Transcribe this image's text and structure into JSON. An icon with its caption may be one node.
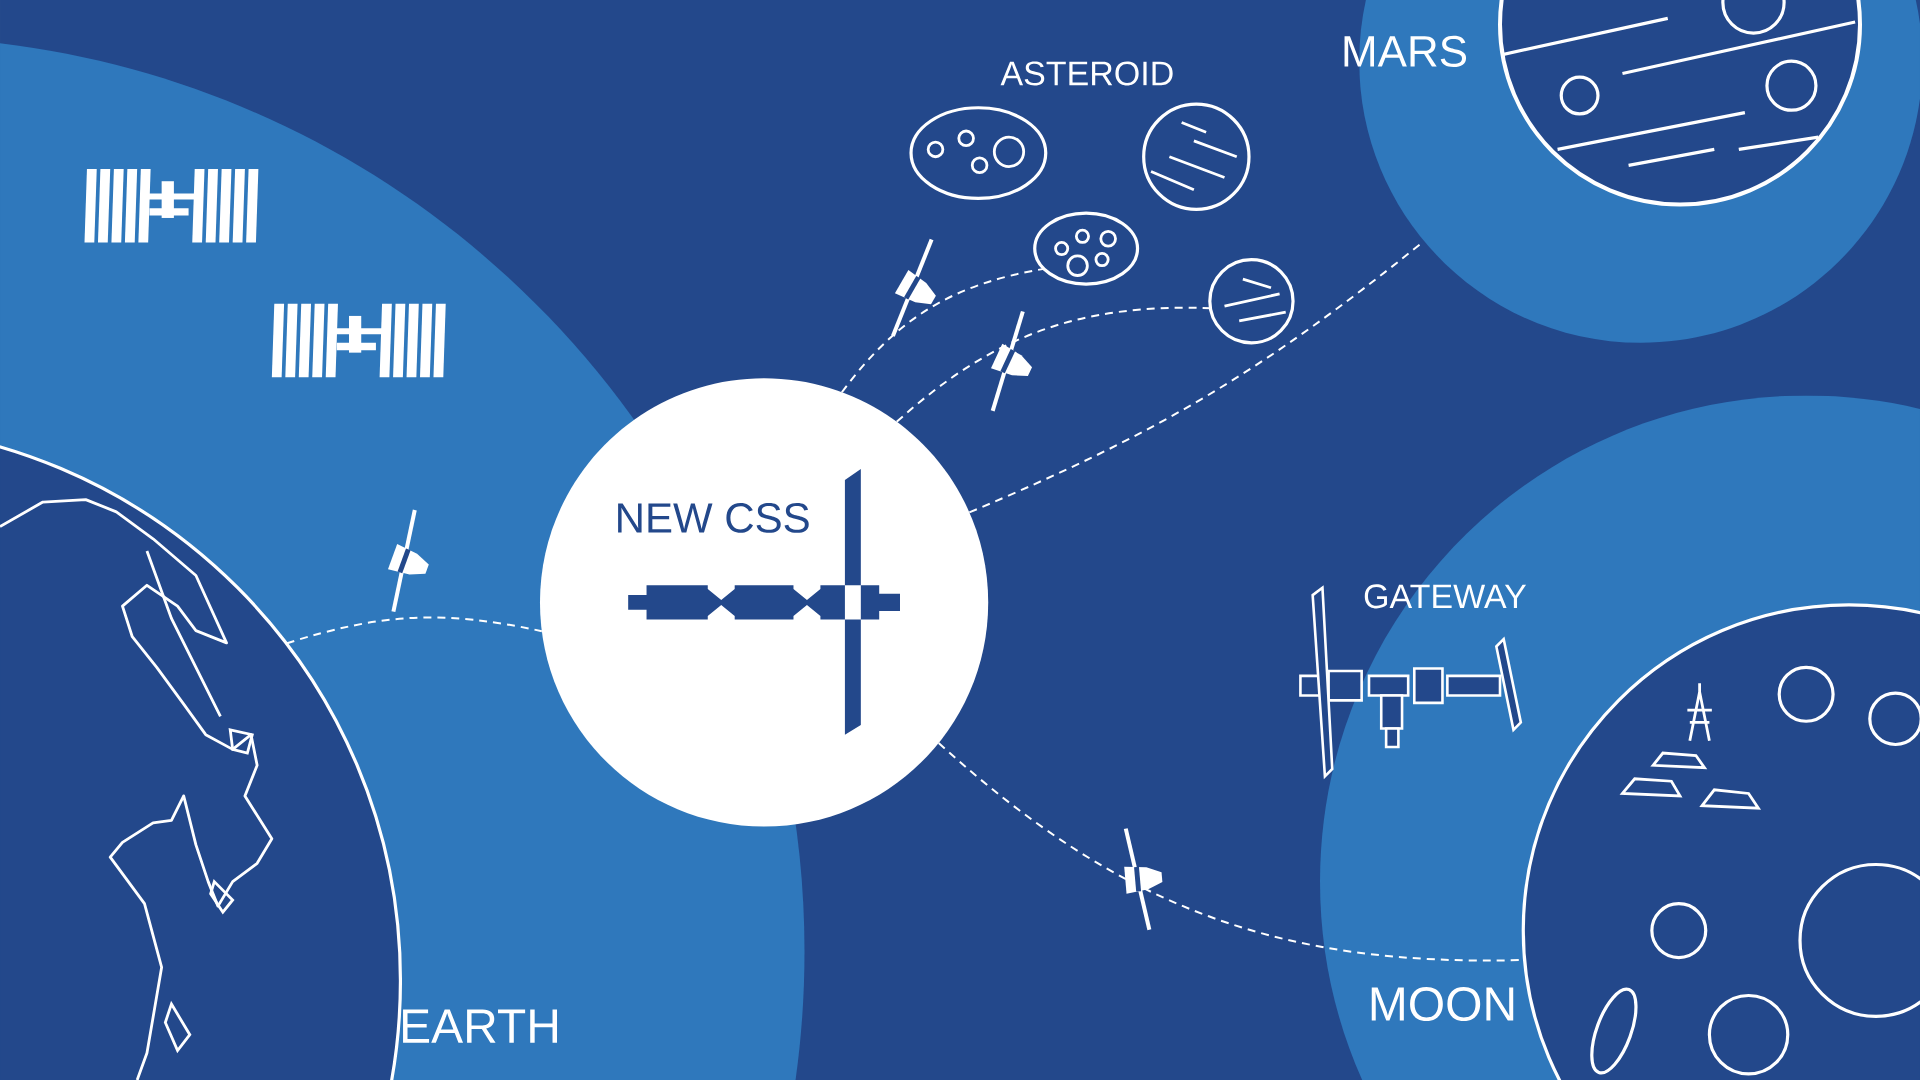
{
  "diagram": {
    "nodes": [
      {
        "text": [
          "NEW CSS"
        ]
      },
      {
        "text": [
          "EARTH"
        ]
      },
      {
        "text": [],
        "shape": "ellipse"
      },
      {
        "text": [],
        "shape": "circle"
      },
      {
        "text": [
          "MARS"
        ]
      },
      {
        "text": [
          "MOON"
        ]
      }
    ],
    "edges": [
      {
        "from": 1,
        "to": 0,
        "arrow": "none",
        "style": "dashed"
      },
      {
        "from": 0,
        "to": 2,
        "arrow": "none",
        "style": "dashed"
      },
      {
        "from": 0,
        "to": 3,
        "arrow": "none",
        "style": "dashed"
      },
      {
        "from": 0,
        "to": 4,
        "arrow": "none",
        "style": "dashed"
      },
      {
        "from": 0,
        "to": 5,
        "arrow": "none",
        "style": "dashed"
      }
    ],
    "labels": [
      "ASTEROID",
      "GATEWAY"
    ]
  }
}
